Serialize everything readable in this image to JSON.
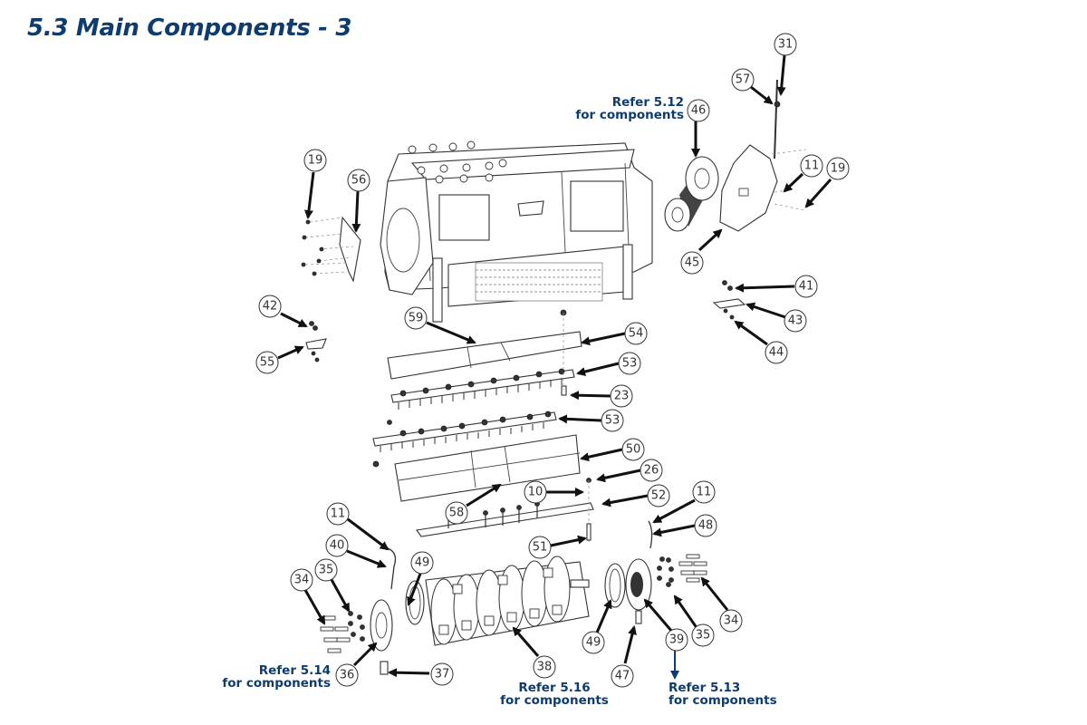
{
  "page": {
    "title": "5.3 Main Components - 3"
  },
  "references": [
    {
      "id": "ref-5-12",
      "line1": "Refer 5.12",
      "line2": "for components"
    },
    {
      "id": "ref-5-14",
      "line1": "Refer 5.14",
      "line2": "for components"
    },
    {
      "id": "ref-5-16",
      "line1": "Refer 5.16",
      "line2": "for components"
    },
    {
      "id": "ref-5-13",
      "line1": "Refer 5.13",
      "line2": "for components"
    }
  ],
  "callouts": [
    "31",
    "57",
    "46",
    "11",
    "19",
    "45",
    "19",
    "56",
    "41",
    "43",
    "44",
    "42",
    "55",
    "59",
    "54",
    "53",
    "23",
    "53",
    "50",
    "26",
    "10",
    "52",
    "58",
    "51",
    "11",
    "48",
    "11",
    "40",
    "49",
    "35",
    "34",
    "36",
    "37",
    "38",
    "49",
    "47",
    "39",
    "35",
    "34"
  ],
  "colors": {
    "title": "#0e3c6e",
    "reference_text": "#0e3c6e",
    "line_art": "#333333",
    "arrow": "#111111"
  }
}
